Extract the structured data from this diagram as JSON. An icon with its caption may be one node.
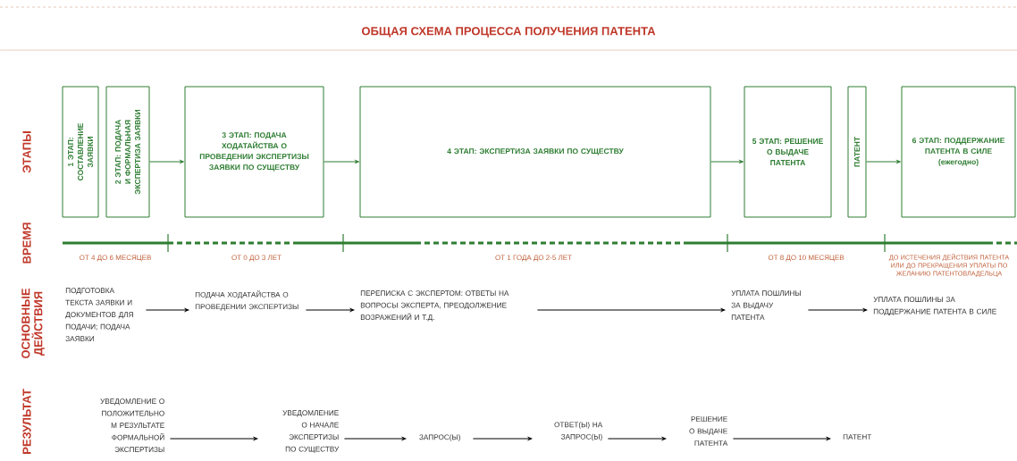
{
  "diagram": {
    "title": "ОБЩАЯ СХЕМА ПРОЦЕССА ПОЛУЧЕНИЯ ПАТЕНТА",
    "nodes": [
      {
        "text": [
          "1 ЭТАП: СОСТАВЛЕНИЕ ЗАЯВКИ"
        ]
      },
      {
        "text": [
          "2 ЭТАП: ПОДАЧА И ФОРМАЛЬНАЯ ЭКСПЕРТИЗА ЗАЯВКИ"
        ]
      },
      {
        "text": [
          "3 ЭТАП: ПОДАЧА ХОДАТАЙСТВА О ПРОВЕДЕНИИ ЭКСПЕРТИЗЫ ЗАЯВКИ ПО СУЩЕСТВУ"
        ]
      },
      {
        "text": [
          "4 ЭТАП: ЭКСПЕРТИЗА ЗАЯВКИ ПО СУЩЕСТВУ"
        ]
      },
      {
        "text": [
          "5 ЭТАП: РЕШЕНИЕ О ВЫДАЧЕ ПАТЕНТА"
        ]
      },
      {
        "text": [
          "ПАТЕНТ"
        ]
      },
      {
        "text": [
          "6 ЭТАП: ПОДДЕРЖАНИЕ ПАТЕНТА В СИЛЕ",
          "(ежегодно)"
        ]
      },
      {
        "text": [
          "ПОДГОТОВКА ТЕКСТА ЗАЯВКИ И ДОКУМЕНТОВ ДЛЯ ПОДАЧИ; ПОДАЧА ЗАЯВКИ"
        ]
      },
      {
        "text": [
          "ПОДАЧА ХОДАТАЙСТВА О ПРОВЕДЕНИИ ЭКСПЕРТИЗЫ"
        ]
      },
      {
        "text": [
          "ПЕРЕПИСКА С ЭКСПЕРТОМ: ОТВЕТЫ НА ВОПРОСЫ ЭКСПЕРТА, ПРЕОДОЛЖЕНИЕ ВОЗРАЖЕНИЙ И Т.Д."
        ]
      },
      {
        "text": [
          "УПЛАТА ПОШЛИНЫ ЗА ВЫДАЧУ ПАТЕНТА"
        ]
      },
      {
        "text": [
          "УПЛАТА ПОШЛИНЫ ЗА ПОДДЕРЖАНИЕ ПАТЕНТА В СИЛЕ"
        ]
      },
      {
        "text": [
          "УВЕДОМЛЕНИЕ О ПОЛОЖИТЕЛЬНО М РЕЗУЛЬТАТЕ ФОРМАЛЬНОЙ ЭКСПЕРТИЗЫ"
        ]
      },
      {
        "text": [
          "УВЕДОМЛЕНИЕ О НАЧАЛЕ ЭКСПЕРТИЗЫ ПО СУЩЕСТВУ"
        ]
      },
      {
        "text": [
          "ЗАПРОС(Ы)"
        ]
      },
      {
        "text": [
          "ОТВЕТ(Ы) НА ЗАПРОС(Ы)"
        ]
      },
      {
        "text": [
          "РЕШЕНИЕ О ВЫДАЧЕ ПАТЕНТА"
        ]
      },
      {
        "text": [
          "ПАТЕНТ"
        ]
      }
    ],
    "edges": [
      {
        "from": 1,
        "to": 2,
        "arrow": "to",
        "color": "#2e7d32"
      },
      {
        "from": 2,
        "to": 3,
        "arrow": "to",
        "color": "#2e7d32"
      },
      {
        "from": 3,
        "to": 4,
        "arrow": "to",
        "color": "#2e7d32"
      },
      {
        "from": 5,
        "to": 6,
        "arrow": "to",
        "color": "#2e7d32"
      },
      {
        "from": 7,
        "to": 8,
        "arrow": "to"
      },
      {
        "from": 8,
        "to": 9,
        "arrow": "to"
      },
      {
        "from": 9,
        "to": 10,
        "arrow": "to"
      },
      {
        "from": 10,
        "to": 11,
        "arrow": "to"
      },
      {
        "from": 12,
        "to": 13,
        "arrow": "to"
      },
      {
        "from": 13,
        "to": 14,
        "arrow": "to"
      },
      {
        "from": 14,
        "to": 15,
        "arrow": "to"
      },
      {
        "from": 15,
        "to": 16,
        "arrow": "to"
      },
      {
        "from": 16,
        "to": 17,
        "arrow": "to"
      }
    ],
    "labels": [
      "ЭТАПЫ",
      "ВРЕМЯ",
      "ОТ 4 ДО 6 МЕСЯЦЕВ",
      "ОТ 0 ДО 3 ЛЕТ",
      "ОТ 1 ГОДА ДО 2-5 ЛЕТ",
      "ОТ 8 ДО 10 МЕСЯЦЕВ",
      "ДО ИСТЕЧЕНИЯ ДЕЙСТВИЯ ПАТЕНТА ИЛИ ДО ПРЕКРАЩЕНИЯ УПЛАТЫ ПО ЖЕЛАНИЮ ПАТЕНТОВЛАДЕЛЬЦА",
      "ОСНОВНЫЕ ДЕЙСТВИЯ",
      "РЕЗУЛЬТАТ"
    ]
  }
}
